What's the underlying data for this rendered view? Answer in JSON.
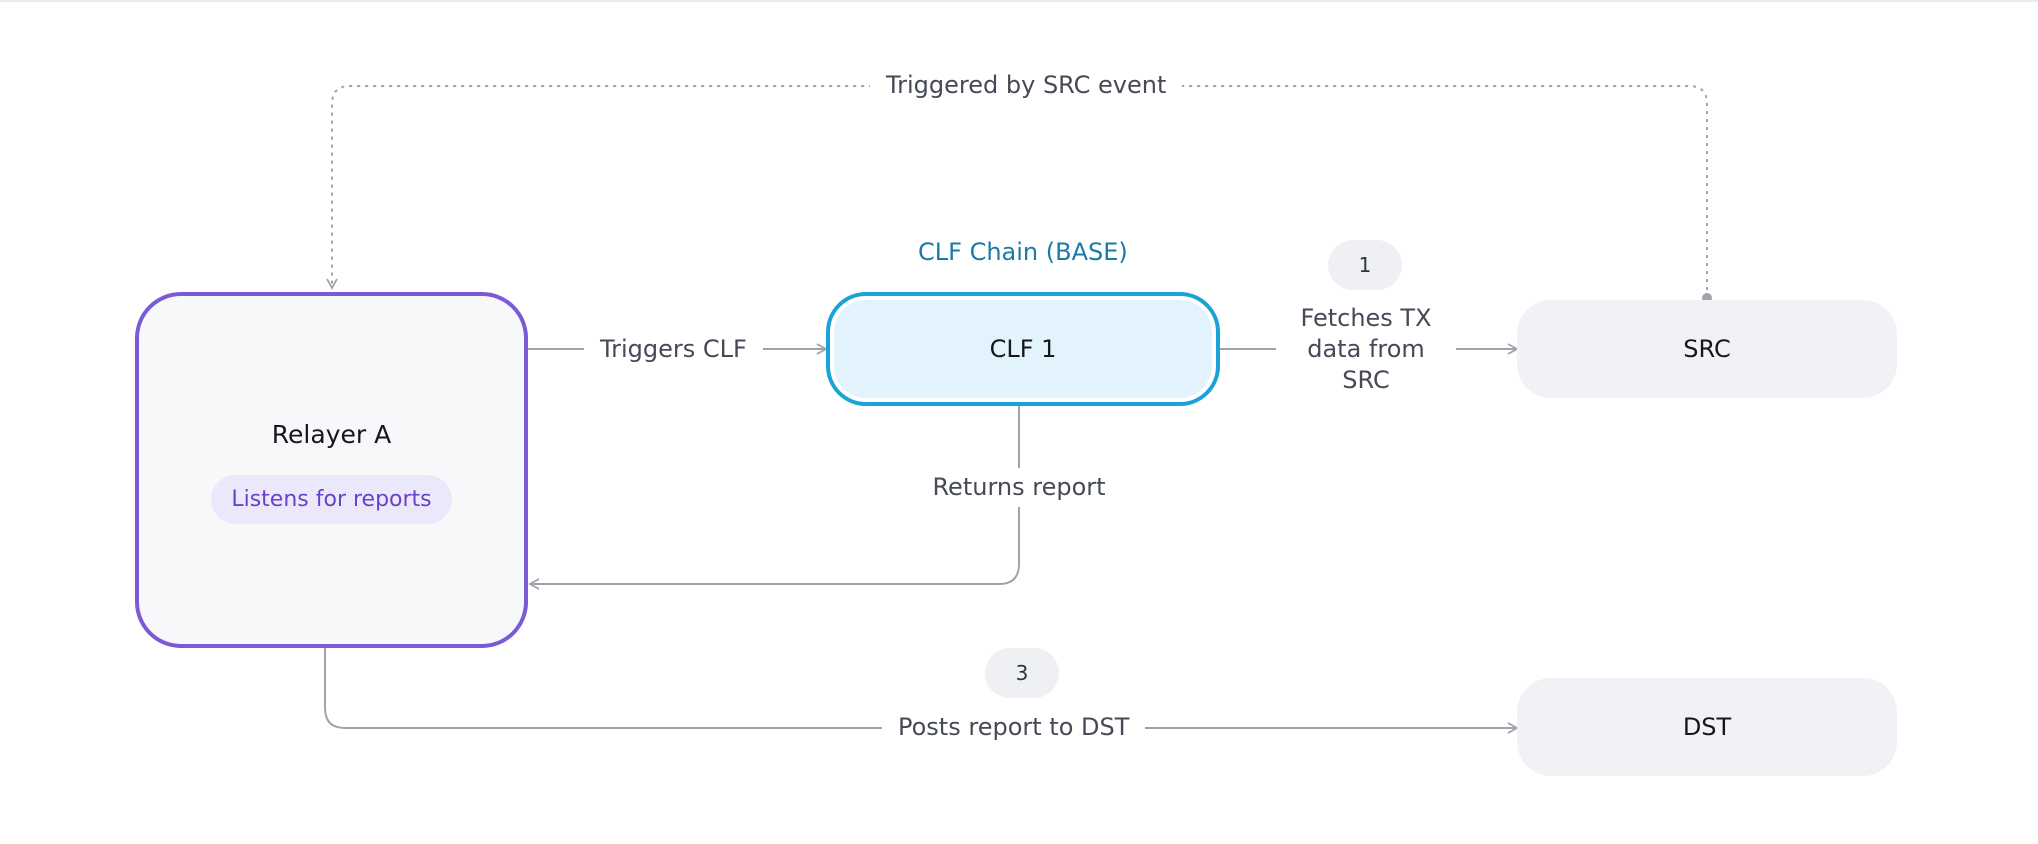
{
  "nodes": {
    "relayer": {
      "title": "Relayer A",
      "tag": "Listens for reports"
    },
    "clf": {
      "group_label": "CLF Chain (BASE)",
      "title": "CLF 1"
    },
    "src": {
      "title": "SRC"
    },
    "dst": {
      "title": "DST"
    }
  },
  "edges": {
    "triggered_by_src": "Triggered by SRC event",
    "triggers_clf": "Triggers CLF",
    "fetches_tx": {
      "line1": "Fetches TX",
      "line2": "data from",
      "line3": "SRC",
      "step": "1"
    },
    "returns_report": "Returns report",
    "posts_report": {
      "label": "Posts report to DST",
      "step": "3"
    }
  },
  "colors": {
    "relayer_border": "#7a5ad6",
    "relayer_tag_bg": "#ece8fb",
    "clf_border": "#1ca3d6",
    "clf_fill": "#e2f3fd",
    "chain_label": "#1c7aa6",
    "edge_line": "#9ea2ab"
  }
}
